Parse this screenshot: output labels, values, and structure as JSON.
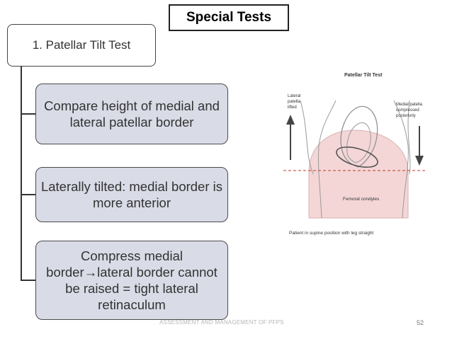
{
  "slide": {
    "title": "Special Tests",
    "footer": "ASSESSMENT AND MANAGEMENT OF PFPS",
    "page_number": "52"
  },
  "diagram": {
    "root": "1. Patellar Tilt Test",
    "children": [
      "Compare height of medial and lateral patellar border",
      "Laterally tilted: medial border is more anterior",
      "Compress medial border→lateral border cannot be raised = tight lateral retinaculum"
    ]
  },
  "figure": {
    "title": "Patellar Tilt Test",
    "left_label": [
      "Lateral",
      "patella",
      "lifted"
    ],
    "right_label": [
      "Medial patella",
      "compressed",
      "posteriorly"
    ],
    "condyles_label": "Femoral condyles",
    "caption": "Patient in supine position with leg straight",
    "colors": {
      "condyles": "#f4d6d6",
      "dashed_line": "#c0392b"
    }
  }
}
